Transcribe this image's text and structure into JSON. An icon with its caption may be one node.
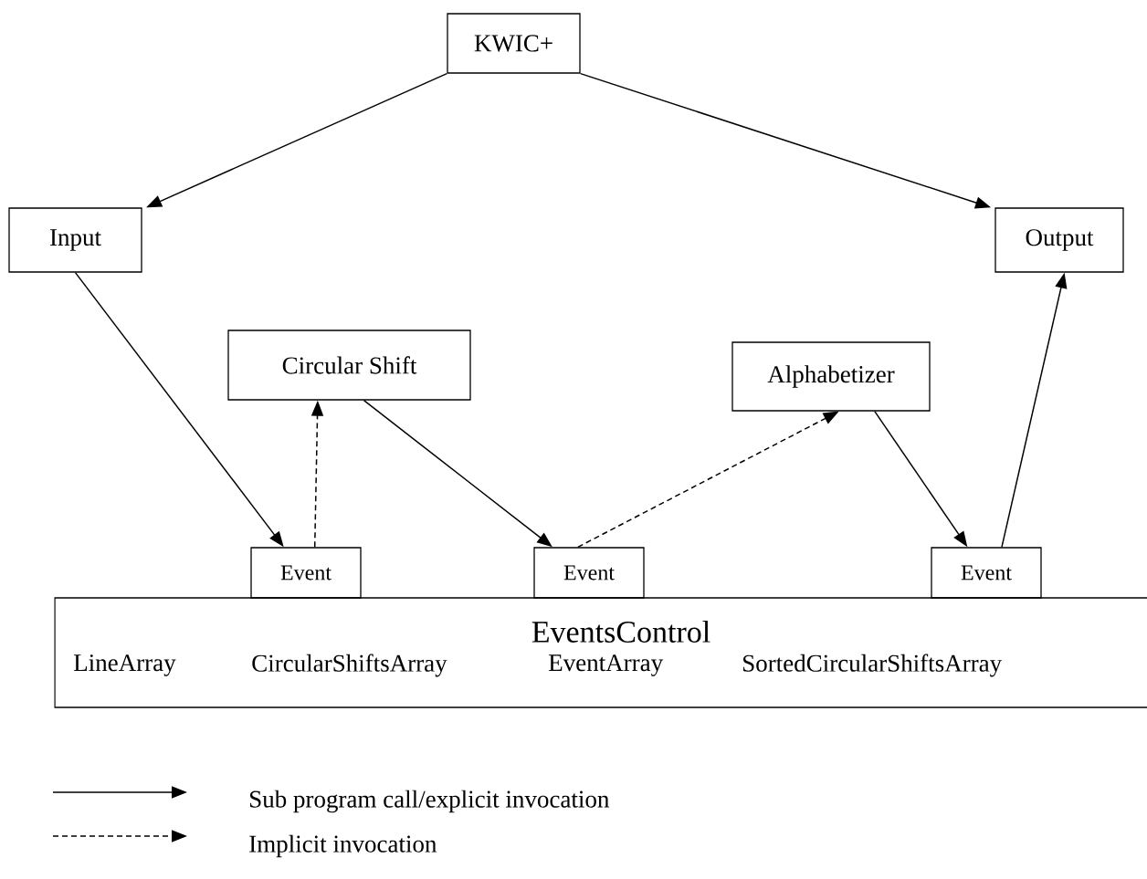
{
  "diagram": {
    "nodes": [
      {
        "text": [
          "KWIC+"
        ]
      },
      {
        "text": [
          "Input"
        ]
      },
      {
        "text": [
          "Output"
        ]
      },
      {
        "text": [
          "Circular Shift"
        ]
      },
      {
        "text": [
          "Alphabetizer"
        ]
      },
      {
        "text": [
          "Event"
        ]
      },
      {
        "text": [
          "Event"
        ]
      },
      {
        "text": [
          "Event"
        ]
      },
      {
        "text": [
          "EventsControl",
          "LineArray",
          "CircularShiftsArray",
          "EventArray",
          "SortedCircularShiftsArray"
        ]
      }
    ],
    "edges": [
      {
        "from": 0,
        "to": 1,
        "arrow": "to"
      },
      {
        "from": 0,
        "to": 2,
        "arrow": "to"
      },
      {
        "from": 1,
        "to": 5,
        "arrow": "to"
      },
      {
        "from": 5,
        "to": 3,
        "arrow": "to",
        "style": "dashed"
      },
      {
        "from": 3,
        "to": 6,
        "arrow": "to"
      },
      {
        "from": 6,
        "to": 4,
        "arrow": "to",
        "style": "dashed"
      },
      {
        "from": 4,
        "to": 7,
        "arrow": "to"
      },
      {
        "from": 7,
        "to": 2,
        "arrow": "to"
      }
    ],
    "legend": [
      {
        "text": "Sub program call/explicit invocation"
      },
      {
        "text": "Implicit invocation"
      }
    ]
  }
}
